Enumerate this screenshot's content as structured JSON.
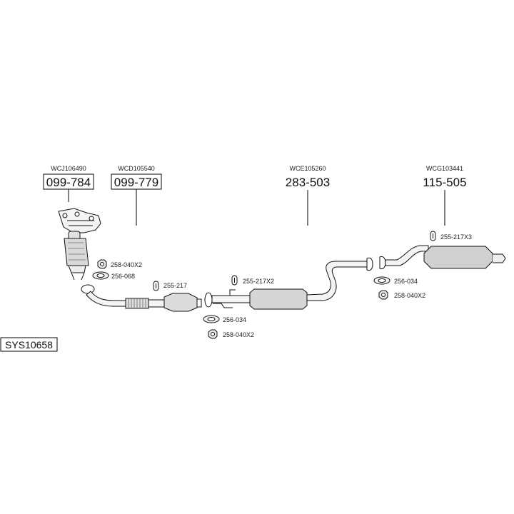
{
  "system_id": "SYS10658",
  "parts": [
    {
      "ref": "WCJ106490",
      "number": "099-784",
      "boxed": true
    },
    {
      "ref": "WCD105540",
      "number": "099-779",
      "boxed": true
    },
    {
      "ref": "WCE105260",
      "number": "283-503",
      "boxed": false
    },
    {
      "ref": "WCG103441",
      "number": "115-505",
      "boxed": false
    }
  ],
  "fittings": [
    {
      "code": "258-040X2",
      "kind": "nut"
    },
    {
      "code": "256-068",
      "kind": "gasket"
    },
    {
      "code": "255-217",
      "kind": "hanger"
    },
    {
      "code": "255-217X2",
      "kind": "hanger"
    },
    {
      "code": "256-034",
      "kind": "gasket"
    },
    {
      "code": "258-040X2",
      "kind": "nut"
    },
    {
      "code": "256-034",
      "kind": "gasket"
    },
    {
      "code": "258-040X2",
      "kind": "nut"
    },
    {
      "code": "255-217X3",
      "kind": "hanger"
    }
  ]
}
